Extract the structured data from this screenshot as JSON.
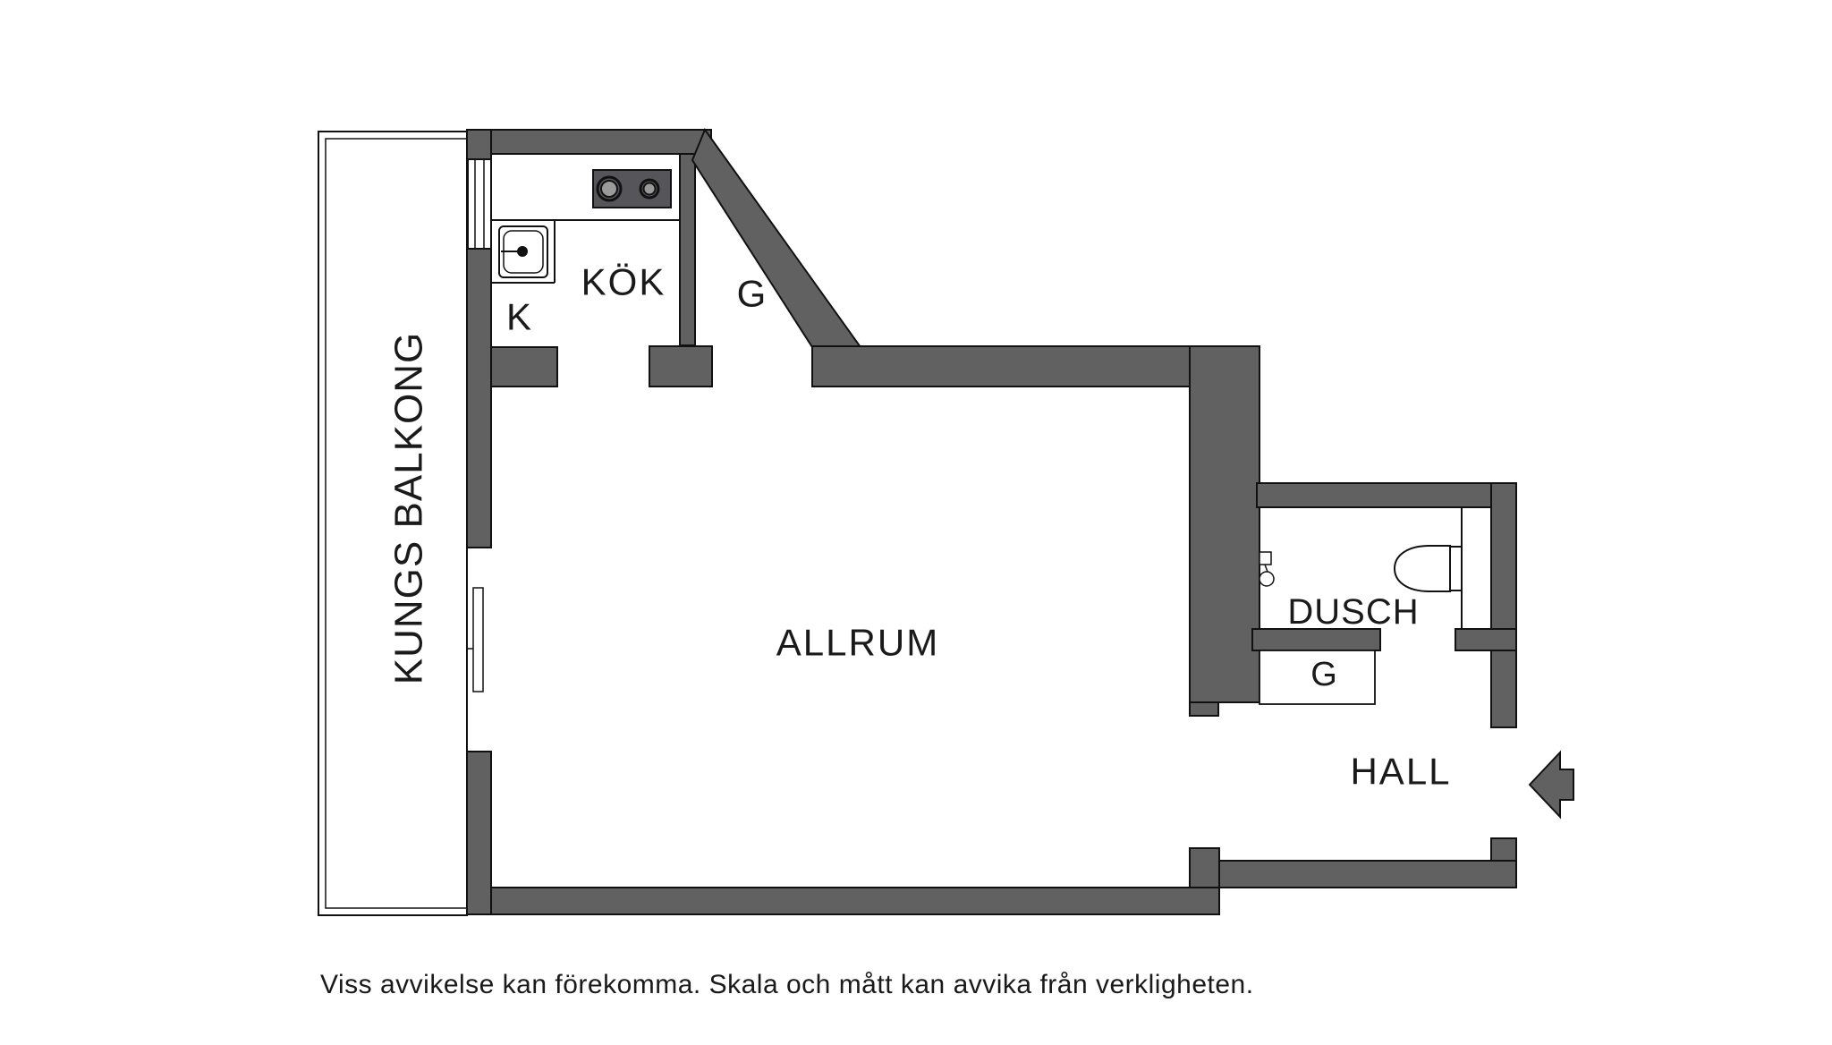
{
  "floorplan": {
    "labels": {
      "balcony": "KUNGS BALKONG",
      "kitchen": "KÖK",
      "kitchen_cabinet": "K",
      "wardrobe_kitchen": "G",
      "living_room": "ALLRUM",
      "shower_room": "DUSCH",
      "wardrobe_hall": "G",
      "hall": "HALL"
    },
    "disclaimer": "Viss avvikelse kan förekomma. Skala och mått kan avvika från verkligheten.",
    "colors": {
      "wall": "#616161",
      "outline": "#111111",
      "stove": "#56565a",
      "burner": "#9a9a9a",
      "text": "#1a1a1a",
      "background": "#ffffff"
    }
  }
}
